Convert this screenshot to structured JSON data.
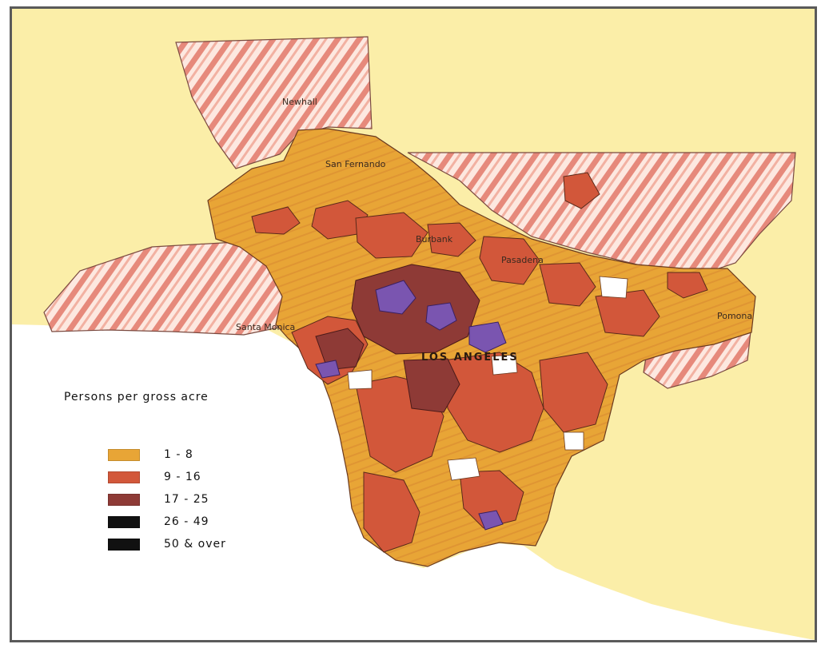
{
  "legend": {
    "title": "Persons per gross acre",
    "items": [
      {
        "label": "1 - 8",
        "color": "#e8a536"
      },
      {
        "label": "9 - 16",
        "color": "#d2573a"
      },
      {
        "label": "17 - 25",
        "color": "#8e3a36"
      },
      {
        "label": "26 - 49",
        "color": "#111111"
      },
      {
        "label": "50 & over",
        "color": "#111111"
      }
    ]
  },
  "places": {
    "newhall": "Newhall",
    "san_fernando": "San Fernando",
    "burbank": "Burbank",
    "pasadena": "Pasadena",
    "santa_monica": "Santa Monica",
    "los_angeles": "LOS ANGELES",
    "pomona": "Pomona"
  },
  "colors": {
    "ocean": "#ffffff",
    "outer_land": "#fbeea8",
    "mountains": "#fde8e0",
    "mountain_stripes": "#e2786a",
    "low_density": "#e8a536",
    "medium_density": "#d2573a",
    "high_density": "#8e3a36",
    "very_high_density": "#7a55b0"
  }
}
